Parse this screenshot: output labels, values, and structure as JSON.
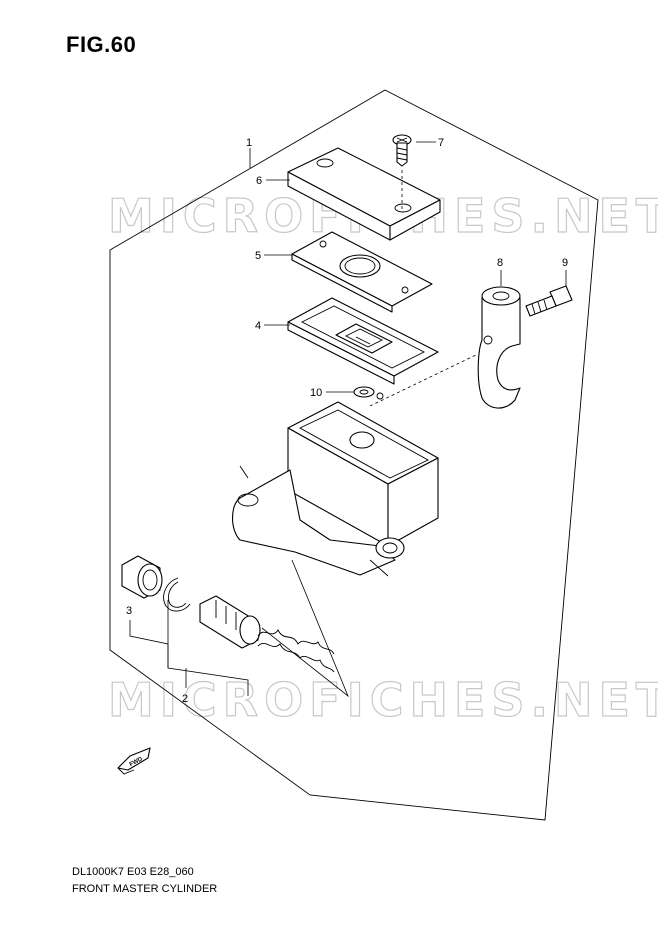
{
  "figure": {
    "title": "FIG.60",
    "model_code": "DL1000K7 E03 E28_060",
    "part_name": "FRONT MASTER CYLINDER"
  },
  "watermark": "MICROFICHES.NET",
  "callouts": {
    "c1": "1",
    "c2": "2",
    "c3": "3",
    "c4": "4",
    "c5": "5",
    "c6": "6",
    "c7": "7",
    "c8": "8",
    "c9": "9",
    "c10": "10"
  },
  "fwd_label": "FWD"
}
